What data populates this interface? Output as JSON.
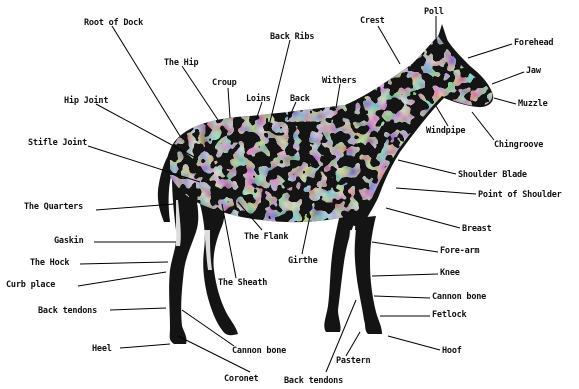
{
  "labels": {
    "root_of_dock": "Root of Dock",
    "back_ribs": "Back Ribs",
    "crest": "Crest",
    "poll": "Poll",
    "forehead": "Forehead",
    "the_hip": "The Hip",
    "croup": "Croup",
    "withers": "Withers",
    "jaw": "Jaw",
    "loins": "Loins",
    "back": "Back",
    "muzzle": "Muzzle",
    "hip_joint": "Hip Joint",
    "windpipe": "Windpipe",
    "chingroove": "Chingroove",
    "stifle_joint": "Stifle Joint",
    "shoulder_blade": "Shoulder Blade",
    "point_of_shoulder": "Point of Shoulder",
    "the_quarters": "The Quarters",
    "breast": "Breast",
    "the_flank": "The Flank",
    "fore_arm": "Fore-arm",
    "gaskin": "Gaskin",
    "girthe": "Girthe",
    "the_hock": "The Hock",
    "knee": "Knee",
    "the_sheath": "The Sheath",
    "curb_place": "Curb place",
    "cannon_bone_front": "Cannon bone",
    "fetlock": "Fetlock",
    "back_tendons_left": "Back tendons",
    "hoof": "Hoof",
    "cannon_bone_rear": "Cannon bone",
    "pastern": "Pastern",
    "heel": "Heel",
    "coronet": "Coronet",
    "back_tendons_bottom": "Back tendons"
  },
  "colors": {
    "silhouette": "#141414",
    "mottling": "#ffffff",
    "leader": "#000000"
  }
}
